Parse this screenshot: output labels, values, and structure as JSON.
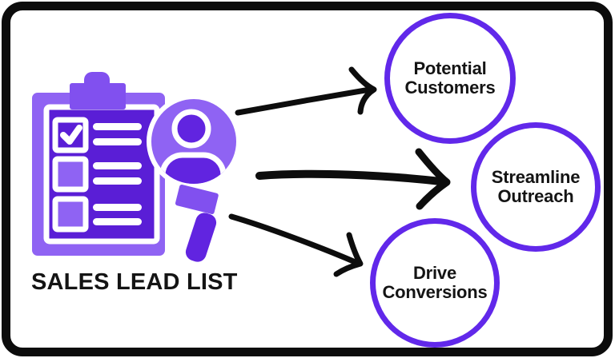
{
  "diagram": {
    "title": "SALES LEAD LIST",
    "nodes": [
      {
        "id": "potential-customers",
        "line1": "Potential",
        "line2": "Customers"
      },
      {
        "id": "streamline-outreach",
        "line1": "Streamline",
        "line2": "Outreach"
      },
      {
        "id": "drive-conversions",
        "line1": "Drive",
        "line2": "Conversions"
      }
    ],
    "icons": [
      "clipboard-checklist-icon",
      "magnifier-person-icon"
    ]
  },
  "colors": {
    "accent": "#6128ea",
    "purple_dark": "#5a1ed6",
    "purple_dark2": "#6124e0",
    "purple_mid": "#8150ef",
    "purple_light": "#8f63f3",
    "arrow_black": "#0d0d0d",
    "border_black": "#0c0c0c",
    "text_black": "#141414"
  }
}
